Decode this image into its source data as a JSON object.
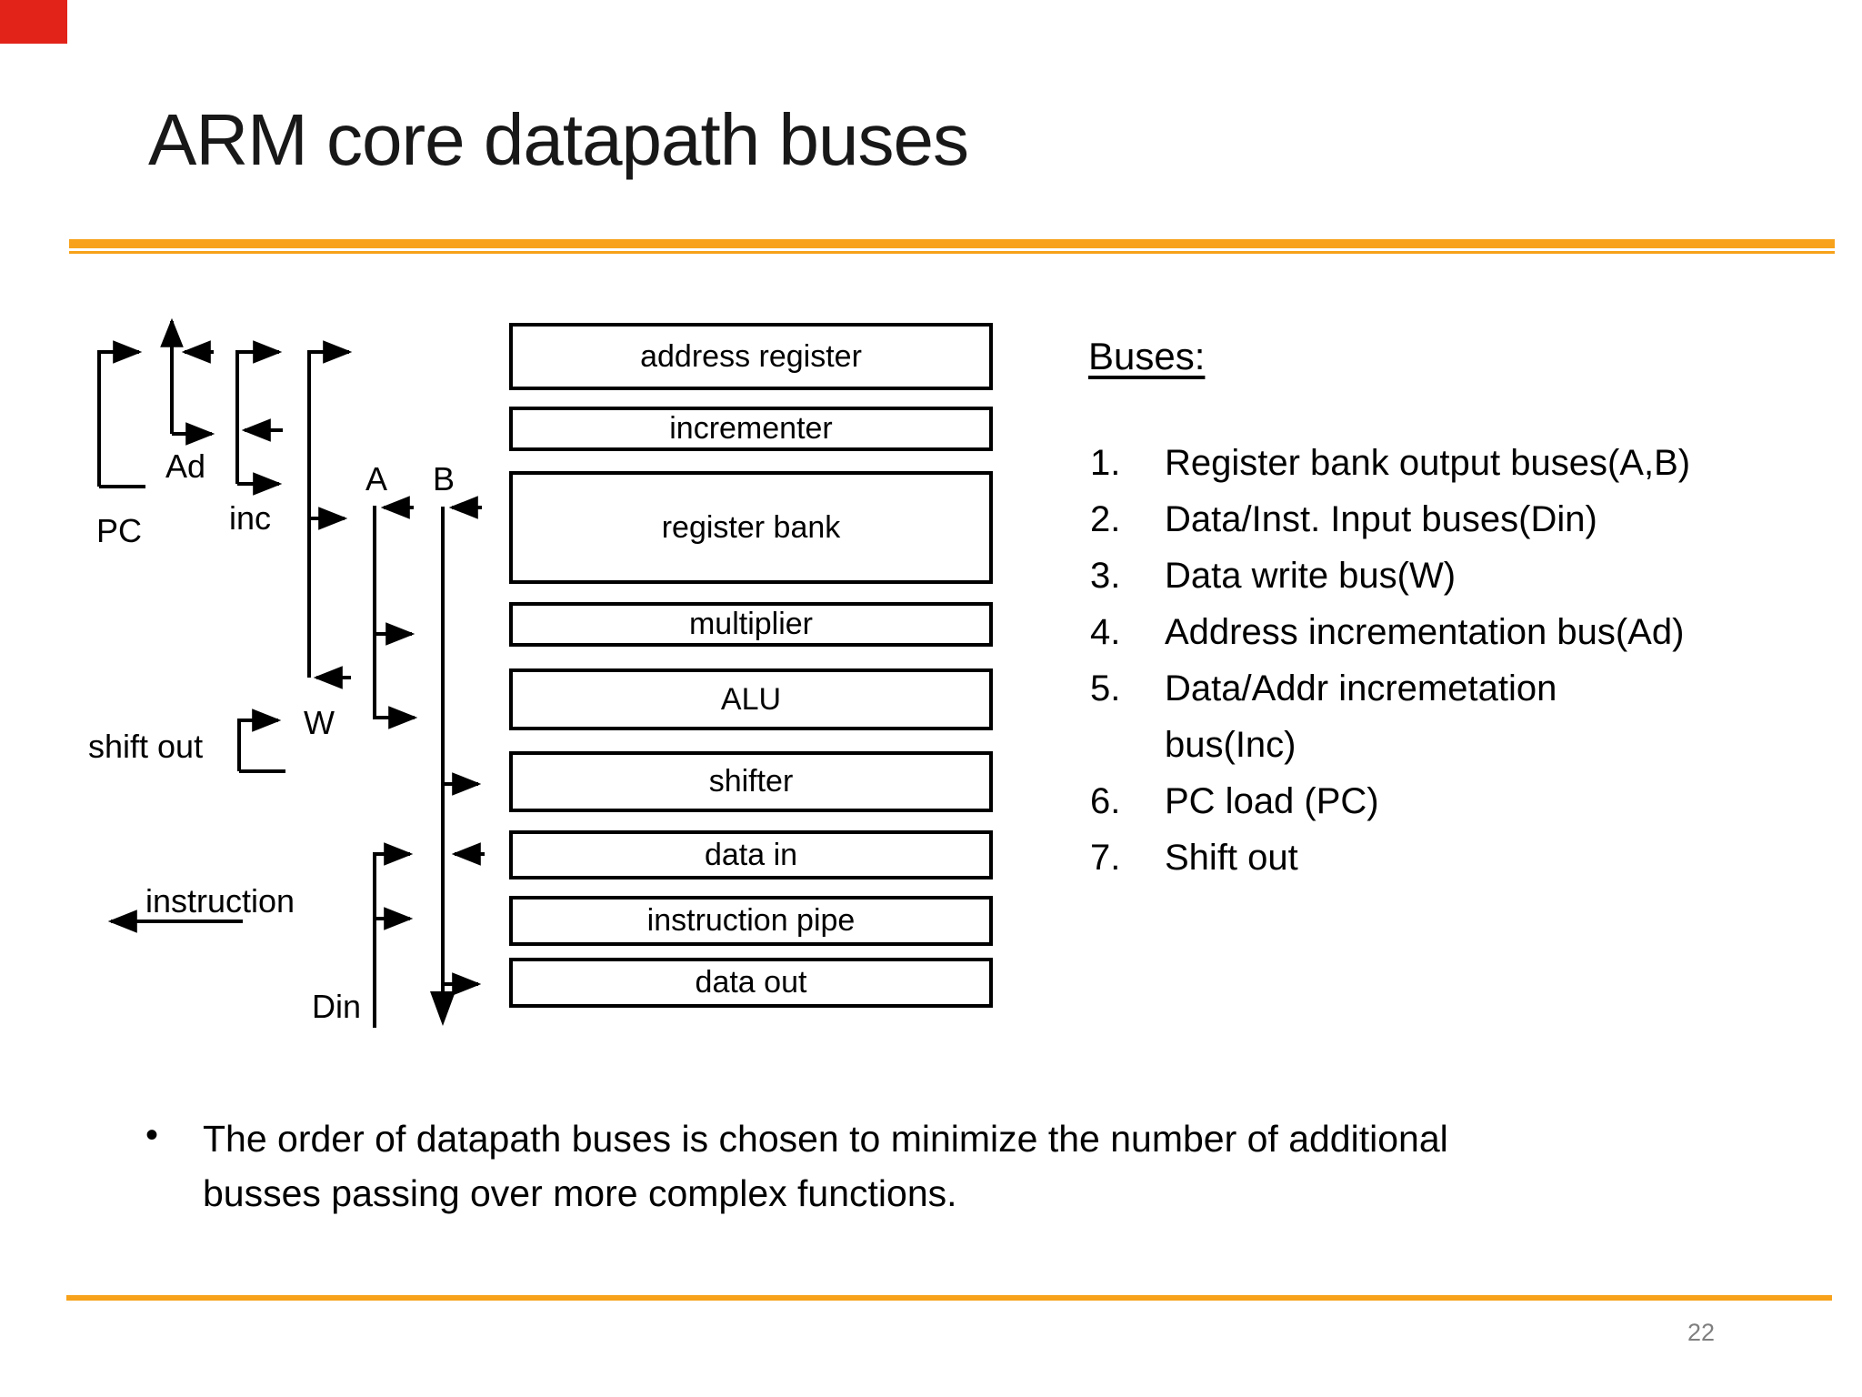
{
  "slide": {
    "title": "ARM core datapath buses",
    "page_number": "22",
    "bullet_char": "•",
    "bullet_lines": [
      "The order of datapath buses is chosen to minimize the number of additional",
      "busses passing over more complex functions."
    ],
    "colors": {
      "accent_orange": "#F7A21A",
      "red_marker": "#E2231A",
      "page_number_gray": "#7F7F7F"
    }
  },
  "diagram": {
    "boxes": [
      "address register",
      "incrementer",
      "register bank",
      "multiplier",
      "ALU",
      "shifter",
      "data in",
      "instruction pipe",
      "data out"
    ],
    "labels": {
      "pc": "PC",
      "ad": "Ad",
      "inc": "inc",
      "a": "A",
      "b": "B",
      "w": "W",
      "shift_out": "shift out",
      "instruction": "instruction",
      "din": "Din"
    },
    "icons": {
      "arrow_style": "black solid triangular arrowheads on 4px lines"
    }
  },
  "buses_panel": {
    "heading": "Buses:",
    "items": [
      {
        "num": "1.",
        "text": "Register bank output buses(A,B)"
      },
      {
        "num": "2.",
        "text": "Data/Inst. Input buses(Din)"
      },
      {
        "num": "3.",
        "text": "Data write bus(W)"
      },
      {
        "num": "4.",
        "text": "Address incrementation bus(Ad)"
      },
      {
        "num": "5.",
        "text": "Data/Addr incremetation",
        "text2": "bus(Inc)"
      },
      {
        "num": "6.",
        "text": "PC load (PC)"
      },
      {
        "num": "7.",
        "text": "Shift out"
      }
    ]
  }
}
